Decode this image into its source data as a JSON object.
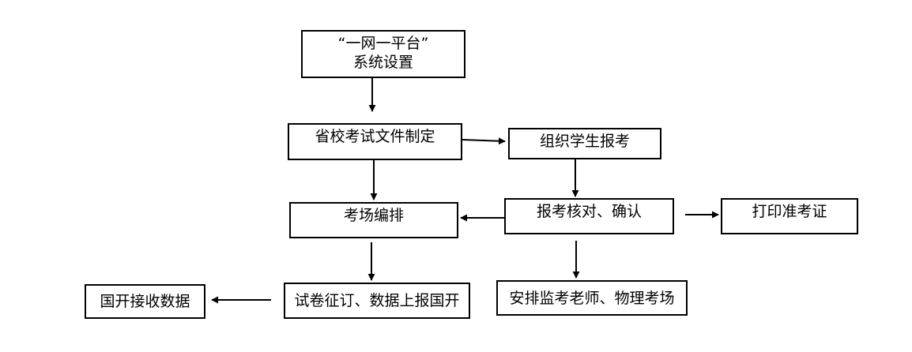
{
  "flowchart": {
    "nodes": {
      "platform_setup": {
        "line1": "“一网一平台”",
        "line2": "系统设置"
      },
      "exam_doc": "省校考试文件制定",
      "organize_reg": "组织学生报考",
      "venue_arrange": "考场编排",
      "reg_verify": "报考核对、确认",
      "print_admission": "打印准考证",
      "paper_order": "试卷征订、数据上报国开",
      "guokai_receive": "国开接收数据",
      "arrange_invigilators": "安排监考老师、物理考场"
    },
    "colors": {
      "stroke": "#000000",
      "fill": "#ffffff",
      "text": "#000000"
    }
  }
}
